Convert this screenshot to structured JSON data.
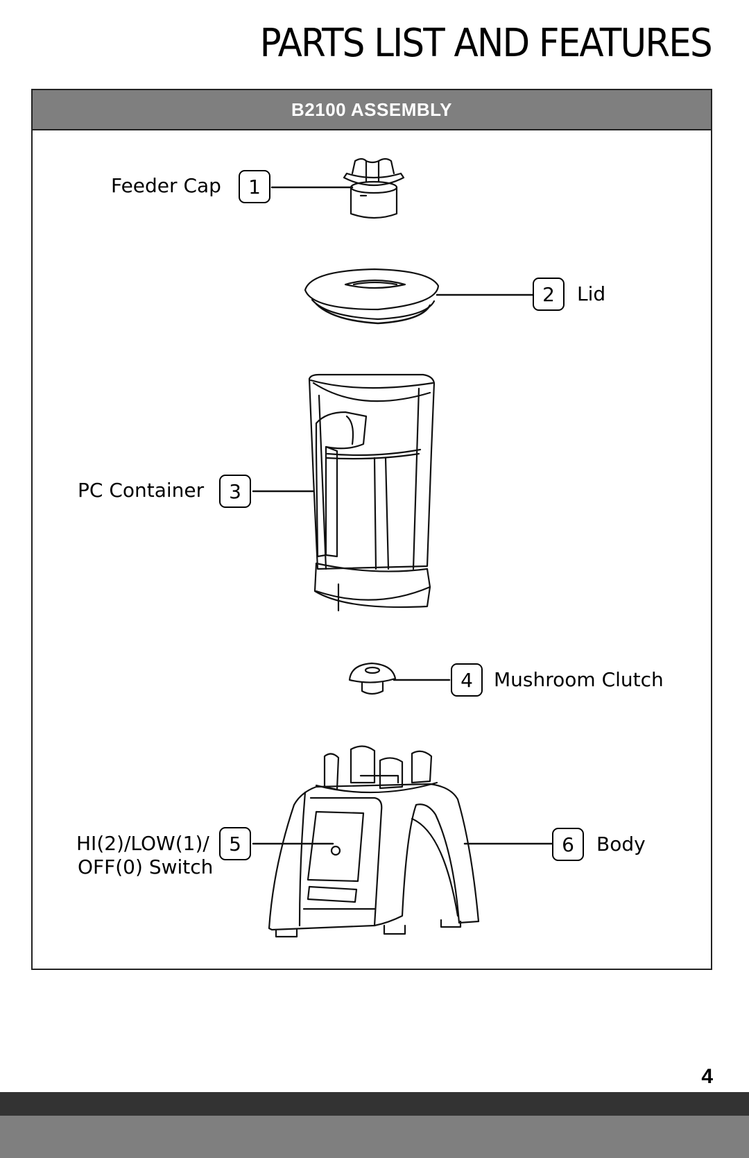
{
  "page": {
    "title": "PARTS LIST AND FEATURES",
    "page_number": "4"
  },
  "assembly": {
    "header": "B2100 ASSEMBLY",
    "parts": [
      {
        "number": "1",
        "label": "Feeder Cap"
      },
      {
        "number": "2",
        "label": "Lid"
      },
      {
        "number": "3",
        "label": "PC Container"
      },
      {
        "number": "4",
        "label": "Mushroom Clutch"
      },
      {
        "number": "5",
        "label_line1": "HI(2)/LOW(1)/",
        "label_line2": "OFF(0) Switch"
      },
      {
        "number": "6",
        "label": "Body"
      }
    ]
  }
}
